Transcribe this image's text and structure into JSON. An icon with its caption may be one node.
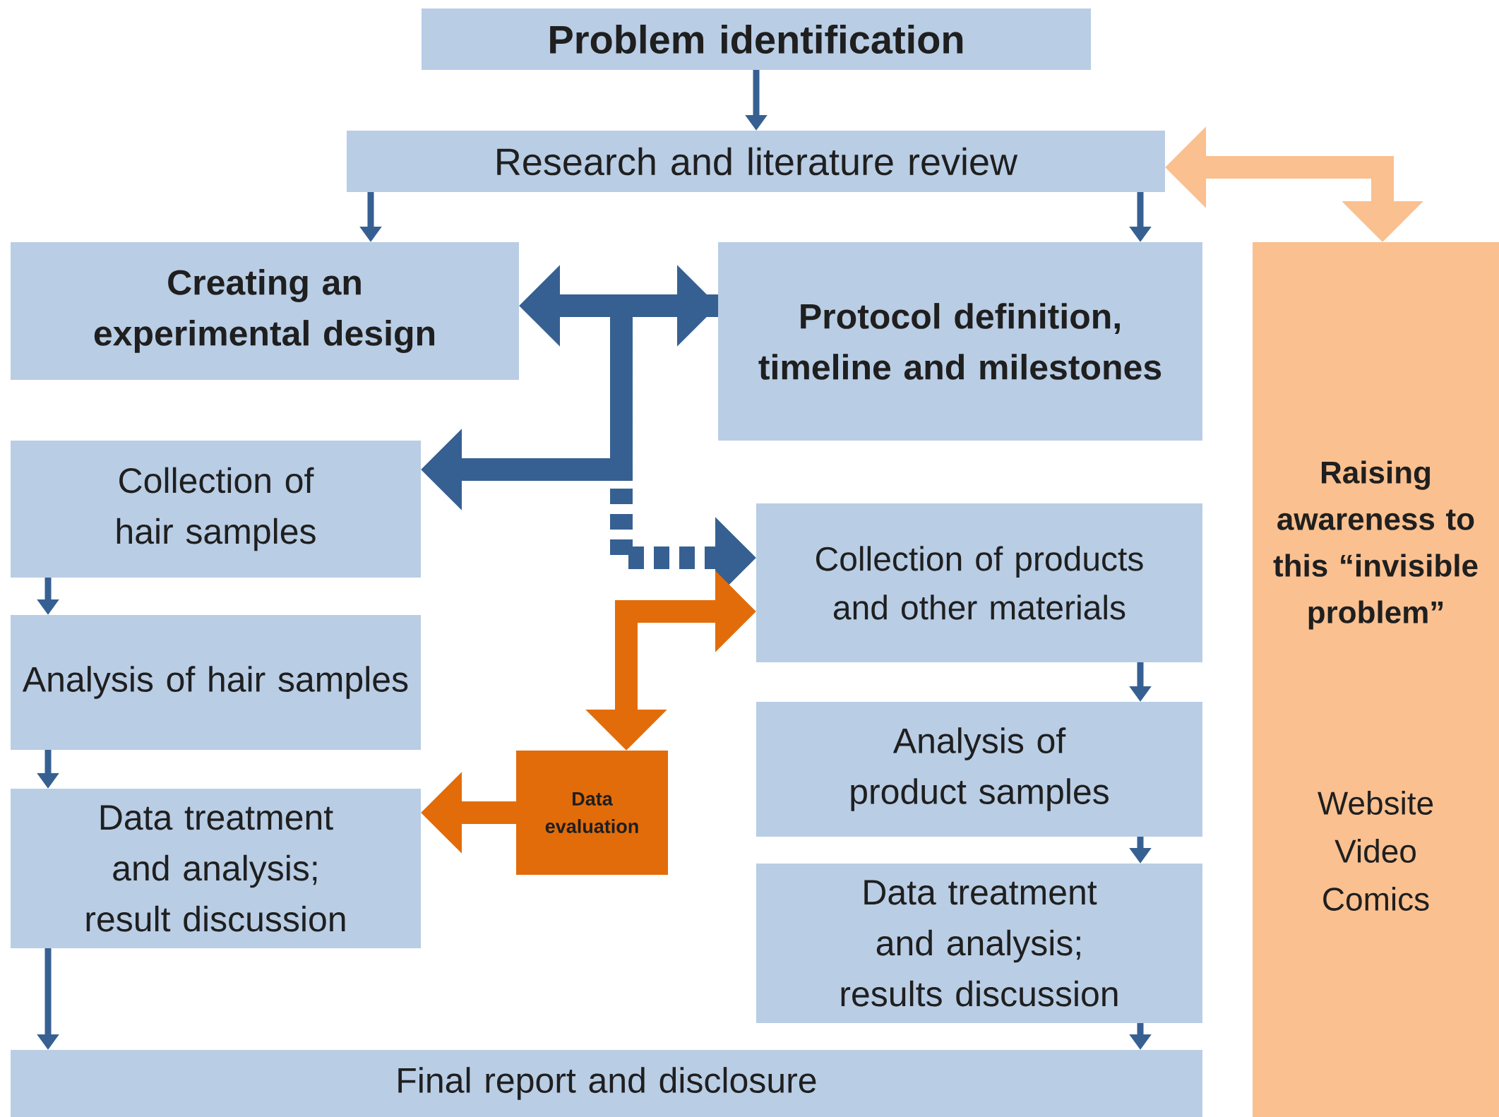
{
  "diagram": {
    "nodes": [
      {
        "text": [
          "Problem identification"
        ]
      },
      {
        "text": [
          "Research and literature review"
        ]
      },
      {
        "text": [
          "Creating an experimental design"
        ]
      },
      {
        "text": [
          "Protocol definition, timeline and milestones"
        ]
      },
      {
        "text": [
          "Raising awareness to this “invisible problem”",
          "Website",
          "Video",
          "Comics"
        ]
      },
      {
        "text": [
          "Collection of hair samples"
        ]
      },
      {
        "text": [
          "Collection of products and other materials"
        ]
      },
      {
        "text": [
          "Analysis of hair samples"
        ]
      },
      {
        "text": [
          "Data evaluation"
        ]
      },
      {
        "text": [
          "Analysis of product samples"
        ]
      },
      {
        "text": [
          "Data treatment and analysis; result discussion"
        ]
      },
      {
        "text": [
          "Data treatment and analysis; results discussion"
        ]
      },
      {
        "text": [
          "Final report and disclosure"
        ]
      }
    ],
    "edges": [
      {
        "from": 0,
        "to": 1,
        "arrow": "to"
      },
      {
        "from": 1,
        "to": 2,
        "arrow": "to"
      },
      {
        "from": 1,
        "to": 3,
        "arrow": "to"
      },
      {
        "from": 1,
        "to": 4,
        "arrow": "both",
        "style": "thick",
        "color": "#fac090"
      },
      {
        "from": 2,
        "to": 3,
        "arrow": "both",
        "style": "thick"
      },
      {
        "from": 3,
        "to": 5,
        "arrow": "to",
        "style": "thick"
      },
      {
        "from": 3,
        "to": 6,
        "arrow": "to",
        "style": "dashed"
      },
      {
        "from": 8,
        "to": 6,
        "arrow": "both",
        "style": "thick",
        "color": "#e36c0a"
      },
      {
        "from": 8,
        "to": 10,
        "arrow": "to",
        "style": "thick",
        "color": "#e36c0a"
      },
      {
        "from": 5,
        "to": 7,
        "arrow": "to"
      },
      {
        "from": 7,
        "to": 10,
        "arrow": "to"
      },
      {
        "from": 10,
        "to": 12,
        "arrow": "to"
      },
      {
        "from": 6,
        "to": 9,
        "arrow": "to"
      },
      {
        "from": 9,
        "to": 11,
        "arrow": "to"
      },
      {
        "from": 11,
        "to": 12,
        "arrow": "to"
      }
    ]
  }
}
